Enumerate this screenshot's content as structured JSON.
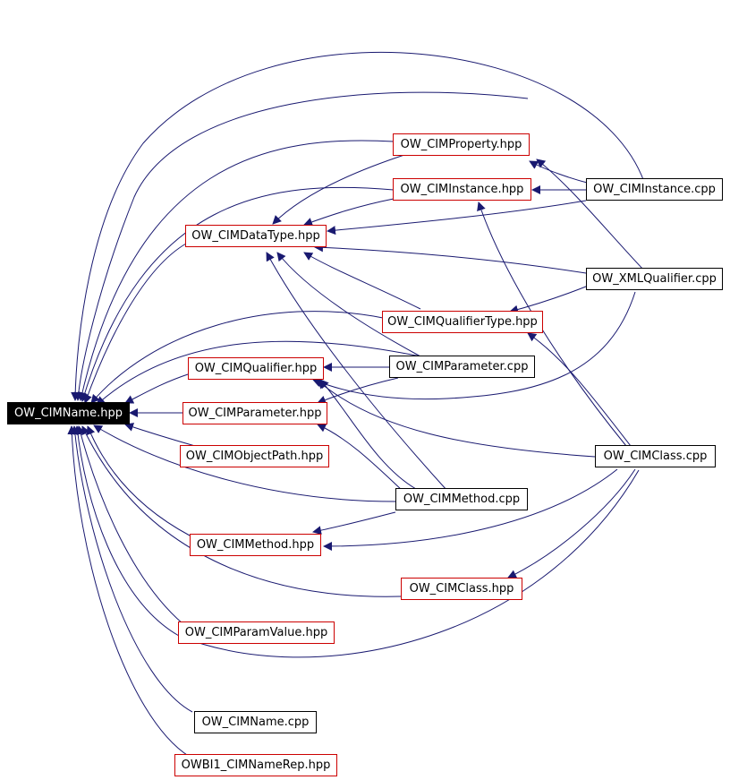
{
  "colors": {
    "edge": "#191970",
    "red_border": "#cc0000",
    "black_border": "#000000",
    "root_fill": "#000000"
  },
  "nodes": {
    "cimname_hpp": "OW_CIMName.hpp",
    "cimproperty_hpp": "OW_CIMProperty.hpp",
    "ciminstance_hpp": "OW_CIMInstance.hpp",
    "ciminstance_cpp": "OW_CIMInstance.cpp",
    "cimdatatype_hpp": "OW_CIMDataType.hpp",
    "xmlqualifier_cpp": "OW_XMLQualifier.cpp",
    "cimqualifiertype_hpp": "OW_CIMQualifierType.hpp",
    "cimqualifier_hpp": "OW_CIMQualifier.hpp",
    "cimparameter_cpp": "OW_CIMParameter.cpp",
    "cimparameter_hpp": "OW_CIMParameter.hpp",
    "cimobjectpath_hpp": "OW_CIMObjectPath.hpp",
    "cimclass_cpp": "OW_CIMClass.cpp",
    "cimmethod_cpp": "OW_CIMMethod.cpp",
    "cimmethod_hpp": "OW_CIMMethod.hpp",
    "cimclass_hpp": "OW_CIMClass.hpp",
    "cimparamvalue_hpp": "OW_CIMParamValue.hpp",
    "cimname_cpp": "OW_CIMName.cpp",
    "owbi1_cimnamerep_hpp": "OWBI1_CIMNameRep.hpp"
  }
}
